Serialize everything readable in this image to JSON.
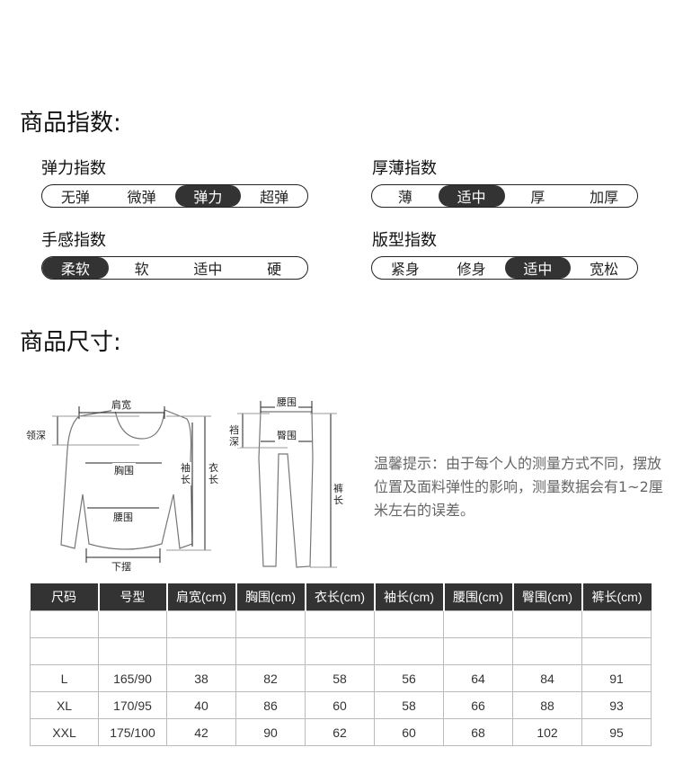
{
  "index_section": {
    "title": "商品指数:",
    "elasticity": {
      "label": "弹力指数",
      "options": [
        "无弹",
        "微弹",
        "弹力",
        "超弹"
      ],
      "selected": 2
    },
    "thickness": {
      "label": "厚薄指数",
      "options": [
        "薄",
        "适中",
        "厚",
        "加厚"
      ],
      "selected": 1
    },
    "feel": {
      "label": "手感指数",
      "options": [
        "柔软",
        "软",
        "适中",
        "硬"
      ],
      "selected": 0
    },
    "fit": {
      "label": "版型指数",
      "options": [
        "紧身",
        "修身",
        "适中",
        "宽松"
      ],
      "selected": 2
    }
  },
  "size_section": {
    "title": "商品尺寸:",
    "diagram_labels": {
      "shoulder": "肩宽",
      "neck_depth": "领深",
      "chest": "胸围",
      "waist": "腰围",
      "hem": "下摆",
      "sleeve": "袖长",
      "length": "衣长",
      "pants_waist": "腰围",
      "crotch": "裆深",
      "hip": "臀围",
      "pants_length": "裤长"
    },
    "tip": "温馨提示：由于每个人的测量方式不同，摆放位置及面料弹性的影响，测量数据会有1~2厘米左右的误差。"
  },
  "size_table": {
    "headers": [
      "尺码",
      "号型",
      "肩宽(cm)",
      "胸围(cm)",
      "衣长(cm)",
      "袖长(cm)",
      "腰围(cm)",
      "臀围(cm)",
      "裤长(cm)"
    ],
    "rows": [
      [
        "",
        "",
        "",
        "",
        "",
        "",
        "",
        "",
        ""
      ],
      [
        "",
        "",
        "",
        "",
        "",
        "",
        "",
        "",
        ""
      ],
      [
        "L",
        "165/90",
        "38",
        "82",
        "58",
        "56",
        "64",
        "84",
        "91"
      ],
      [
        "XL",
        "170/95",
        "40",
        "86",
        "60",
        "58",
        "66",
        "88",
        "93"
      ],
      [
        "XXL",
        "175/100",
        "42",
        "90",
        "62",
        "60",
        "68",
        "102",
        "95"
      ]
    ]
  }
}
